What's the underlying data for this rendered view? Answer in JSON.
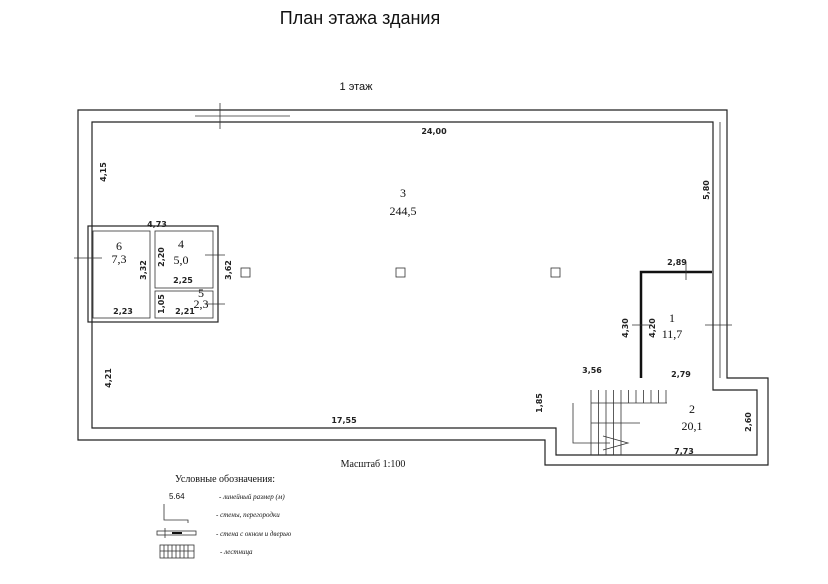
{
  "title": "План этажа здания",
  "floor_label": "1 этаж",
  "rooms": [
    {
      "number": "1",
      "area": "11,7"
    },
    {
      "number": "2",
      "area": "20,1"
    },
    {
      "number": "3",
      "area": "244,5"
    },
    {
      "number": "4",
      "area": "5,0"
    },
    {
      "number": "5",
      "area": "2,3"
    },
    {
      "number": "6",
      "area": "7,3"
    }
  ],
  "dimensions": {
    "top": "24,00",
    "left_upper": "4,15",
    "right_upper": "5,80",
    "partition_top": "4,73",
    "r6_height": "3,32",
    "r6_width": "2,23",
    "r4_height": "2,20",
    "r4_width": "2,25",
    "r4_outer": "3,62",
    "r5_height": "1,05",
    "r5_width": "2,21",
    "r1_width": "2,89",
    "r1_outer": "4,30",
    "r1_inner": "4,20",
    "stair_left": "3,56",
    "stair_top": "2,79",
    "left_lower": "4,21",
    "bottom": "17,55",
    "stair_step": "1,85",
    "stair_height": "2,60",
    "stair_width": "7,73"
  },
  "scale": "Масштаб 1:100",
  "legend": {
    "title": "Условные обозначения:",
    "items": [
      {
        "symbol": "5.64",
        "label": "- линейный размер (м)"
      },
      {
        "symbol": "wall-icon",
        "label": "- стены, перегородки"
      },
      {
        "symbol": "window-door-icon",
        "label": "- стена с окном и дверью"
      },
      {
        "symbol": "stairs-icon",
        "label": "- лестница"
      }
    ]
  }
}
